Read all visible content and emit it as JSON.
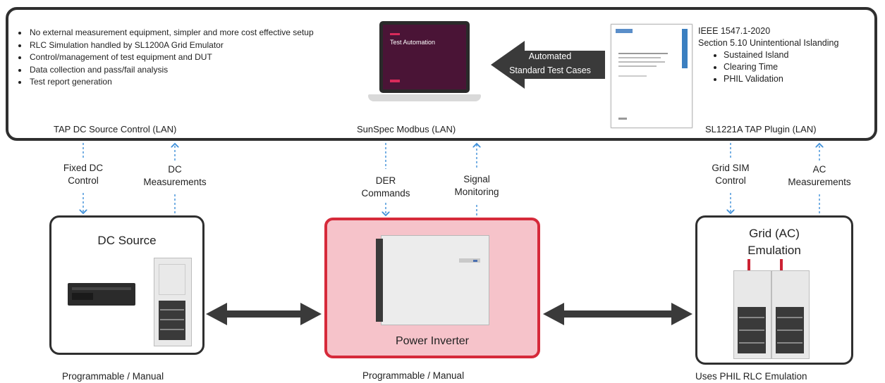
{
  "top": {
    "bullets": [
      "No external measurement equipment, simpler and more cost effective setup",
      "RLC Simulation handled by SL1200A Grid Emulator",
      "Control/management of test equipment and DUT",
      "Data collection and pass/fail analysis",
      "Test report generation"
    ],
    "laptop_screen_title": "Test Automation",
    "arrow_text_line1": "Automated",
    "arrow_text_line2": "Standard Test Cases",
    "ieee_title": "IEEE 1547.1-2020",
    "ieee_section": "Section 5.10 Unintentional Islanding",
    "ieee_items": [
      "Sustained Island",
      "Clearing Time",
      "PHIL Validation"
    ],
    "lan_left": "TAP DC Source Control (LAN)",
    "lan_mid": "SunSpec Modbus (LAN)",
    "lan_right": "SL1221A TAP Plugin (LAN)"
  },
  "links": {
    "fixed_dc_1": "Fixed DC",
    "fixed_dc_2": "Control",
    "dc_meas_1": "DC",
    "dc_meas_2": "Measurements",
    "der_1": "DER",
    "der_2": "Commands",
    "sig_1": "Signal",
    "sig_2": "Monitoring",
    "grid_sim_1": "Grid SIM",
    "grid_sim_2": "Control",
    "ac_meas_1": "AC",
    "ac_meas_2": "Measurements"
  },
  "blocks": {
    "dc_title": "DC Source",
    "inverter_title": "Power Inverter",
    "grid_title_1": "Grid (AC)",
    "grid_title_2": "Emulation",
    "dc_caption": "Programmable / Manual",
    "inverter_caption": "Programmable / Manual",
    "grid_caption": "Uses PHIL RLC Emulation"
  },
  "colors": {
    "dashed_link": "#3d8fd9",
    "inverter_border": "#d62a3a",
    "inverter_fill": "#f6c3ca"
  }
}
